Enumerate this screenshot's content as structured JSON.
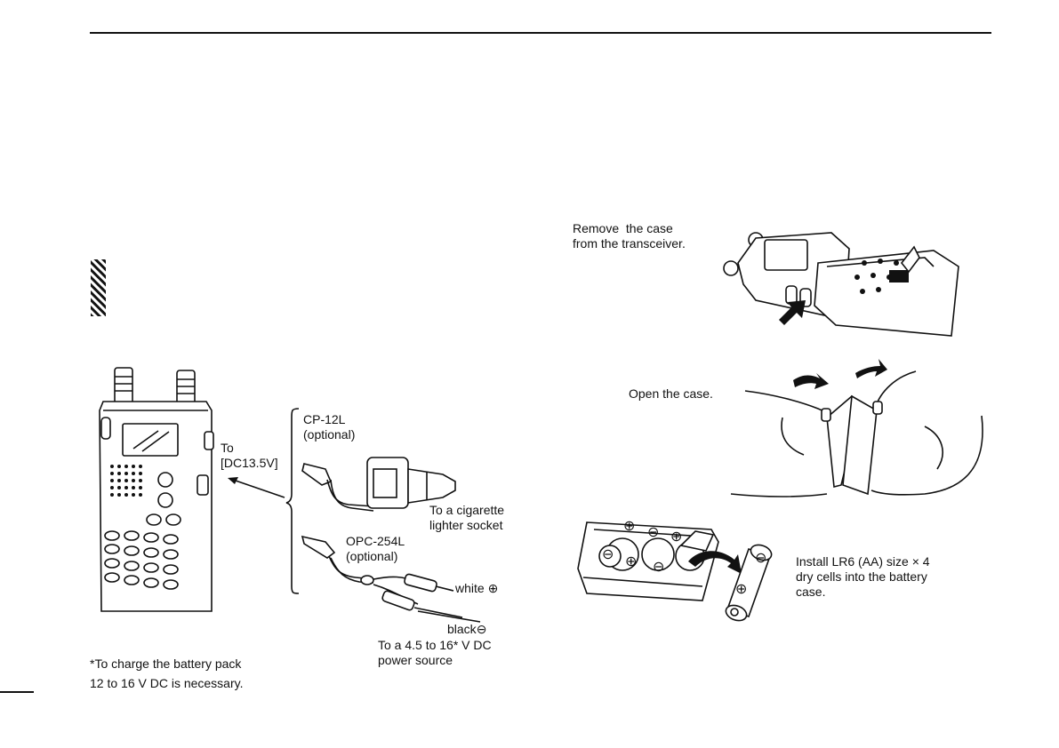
{
  "left": {
    "cp12l_name": "CP-12L",
    "cp12l_note": "(optional)",
    "to_label": "To",
    "dc_jack": "[DC13.5V]",
    "cigarette_1": "To a cigarette",
    "cigarette_2": "lighter socket",
    "opc254l_name": "OPC-254L",
    "opc254l_note": "(optional)",
    "white_label": "white",
    "black_label": "black",
    "power_1": "To a 4.5 to 16* V DC",
    "power_2": "power source",
    "footnote_1": "*To charge the battery pack",
    "footnote_2": " 12 to 16 V DC is necessary."
  },
  "right": {
    "remove_1": "Remove  the case",
    "remove_2": "from the transceiver.",
    "open": "Open the case.",
    "install_1": "Install LR6 (AA) size × 4",
    "install_2": "dry cells into the battery",
    "install_3": "case."
  },
  "glyphs": {
    "plus": "⊕",
    "minus": "⊖"
  }
}
